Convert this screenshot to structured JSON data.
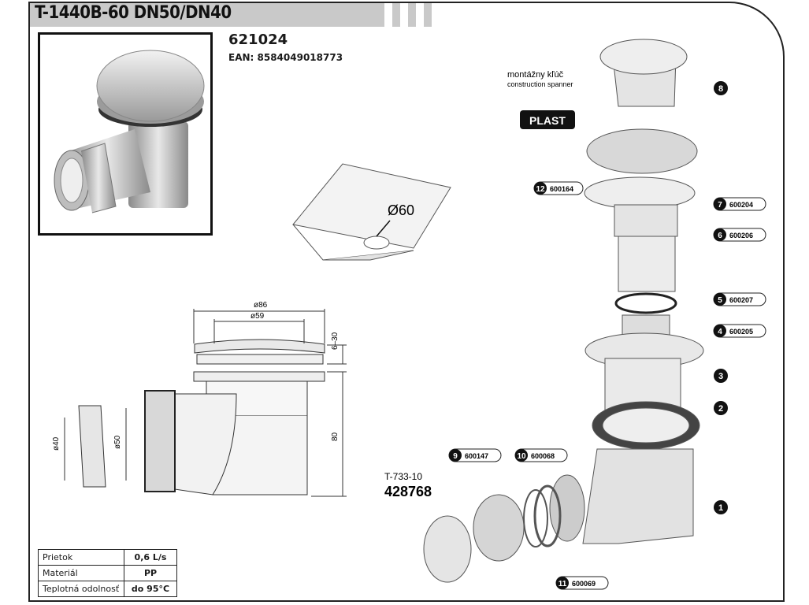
{
  "header": {
    "title": "T-1440B-60 DN50/DN40"
  },
  "product": {
    "code": "621024",
    "ean": "EAN: 8584049018773"
  },
  "corner": {
    "diameter": "Ø60"
  },
  "dimensions": {
    "d86": "ø86",
    "d59": "ø59",
    "h6_30": "6–30",
    "h80": "80",
    "d40": "ø40",
    "d50": "ø50"
  },
  "spanner": {
    "label_sk": "montážny kľúč",
    "label_en": "construction spanner"
  },
  "plast": "PLAST",
  "adapter": {
    "model": "T-733-10",
    "code": "428768"
  },
  "parts": [
    {
      "num": "8",
      "code": ""
    },
    {
      "num": "12",
      "code": "600164"
    },
    {
      "num": "7",
      "code": "600204"
    },
    {
      "num": "6",
      "code": "600206"
    },
    {
      "num": "5",
      "code": "600207"
    },
    {
      "num": "4",
      "code": "600205"
    },
    {
      "num": "3",
      "code": ""
    },
    {
      "num": "2",
      "code": ""
    },
    {
      "num": "1",
      "code": ""
    },
    {
      "num": "9",
      "code": "600147"
    },
    {
      "num": "10",
      "code": "600068"
    },
    {
      "num": "11",
      "code": "600069"
    }
  ],
  "specs": [
    {
      "label": "Prietok",
      "value": "0,6 L/s"
    },
    {
      "label": "Materiál",
      "value": "PP"
    },
    {
      "label": "Teplotná odolnosť",
      "value": "do 95°C"
    }
  ]
}
